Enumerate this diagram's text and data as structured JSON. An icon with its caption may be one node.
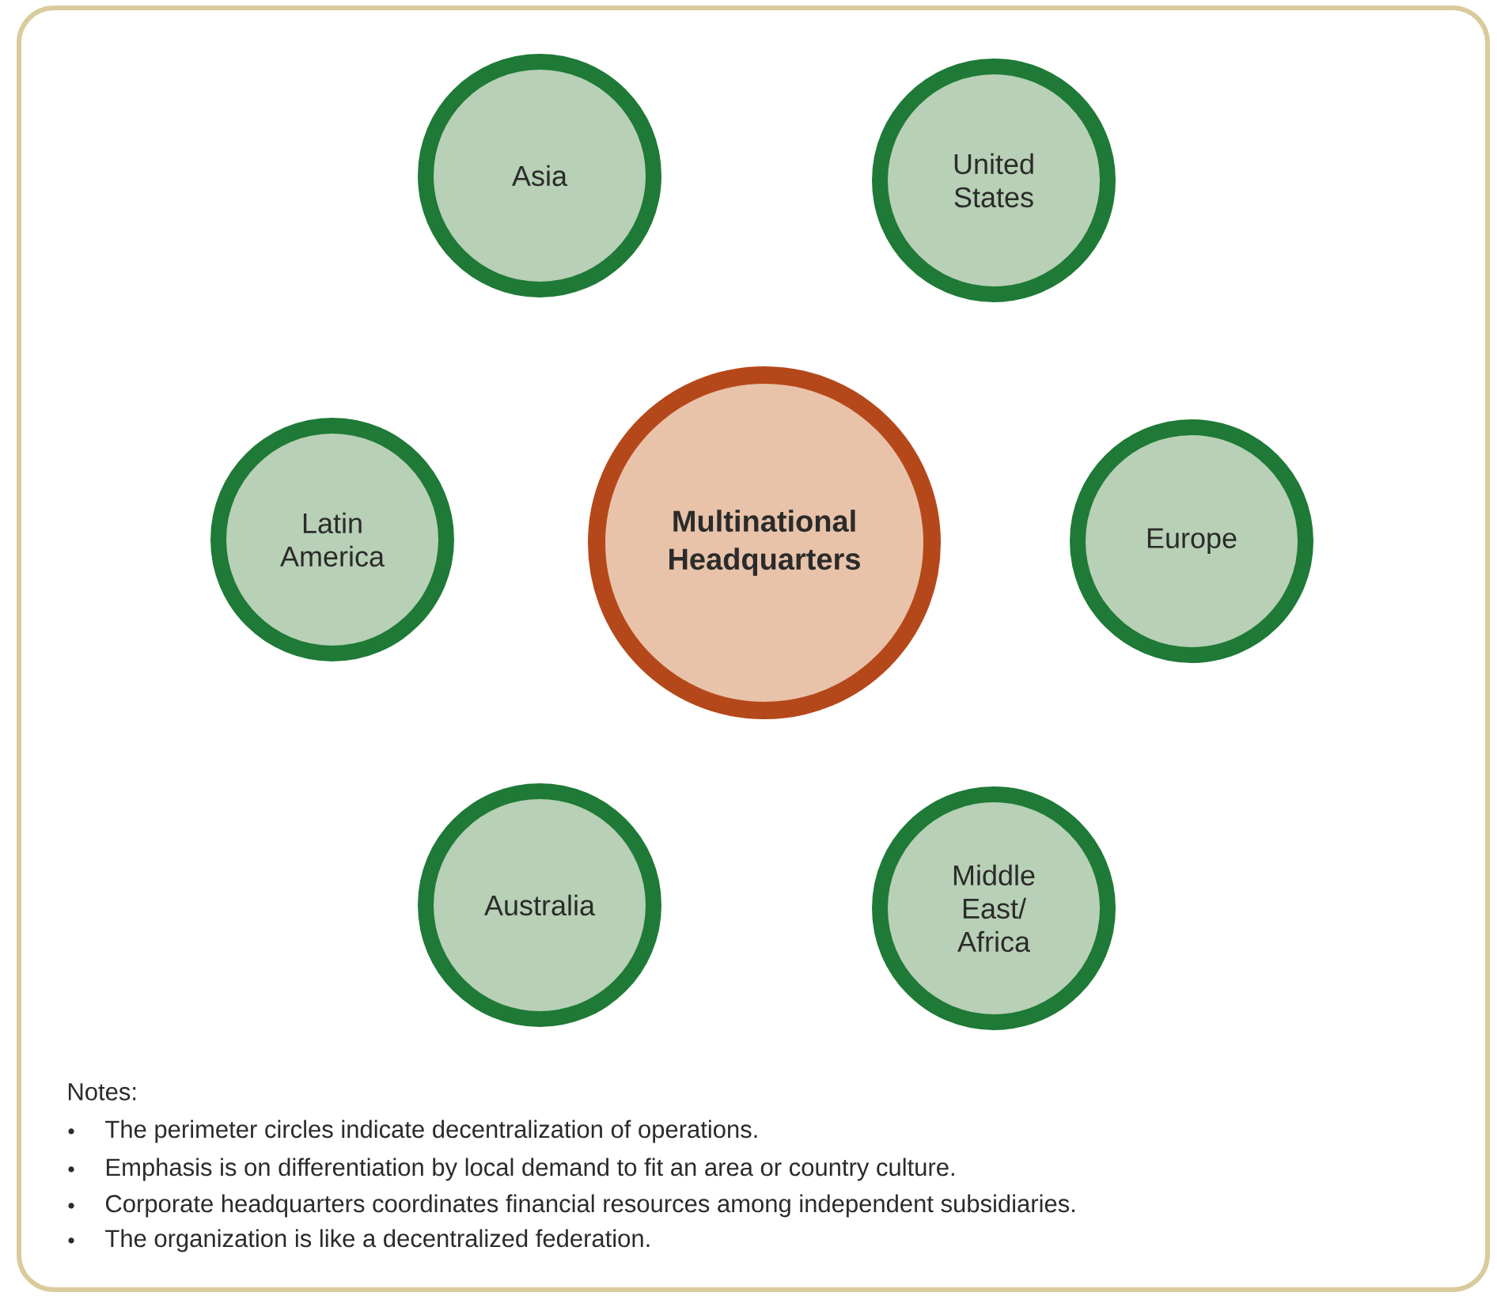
{
  "diagram": {
    "nodes": [
      {
        "text": [
          "Asia"
        ]
      },
      {
        "text": [
          "United States"
        ]
      },
      {
        "text": [
          "Latin America"
        ]
      },
      {
        "text": [
          "Multinational Headquarters"
        ]
      },
      {
        "text": [
          "Europe"
        ]
      },
      {
        "text": [
          "Australia"
        ]
      },
      {
        "text": [
          "Middle East/ Africa"
        ]
      }
    ],
    "labels": [
      "Notes:",
      "The perimeter circles indicate decentralization of operations.",
      "Emphasis is on differentiation by local demand to fit an area or country culture.",
      "Corporate headquarters coordinates financial resources among independent subsidiaries.",
      "The organization is like a decentralized federation."
    ]
  }
}
